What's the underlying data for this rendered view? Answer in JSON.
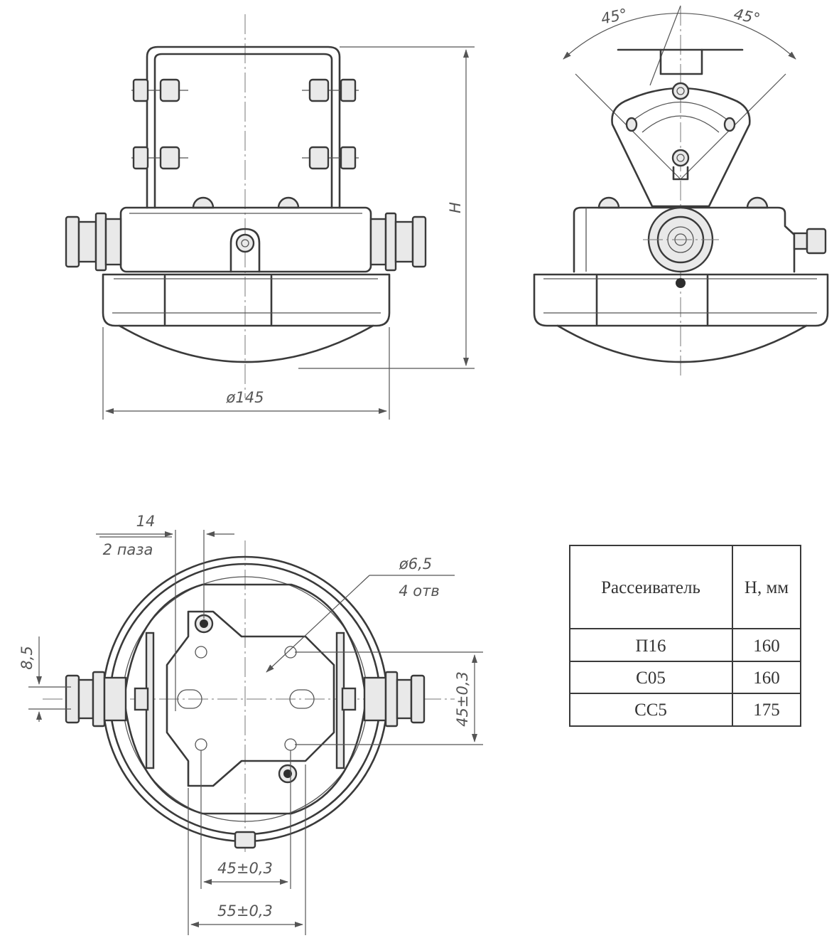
{
  "dimensions": {
    "height_label": "H",
    "diameter_label": "ø145",
    "angle_left": "45°",
    "angle_right": "45°",
    "slot_width": "14",
    "slot_count": "2 паза",
    "hole_diameter": "ø6,5",
    "hole_count": "4 отв",
    "offset_small": "8,5",
    "pitch_vertical": "45±0,3",
    "pitch_bottom_inner": "45±0,3",
    "pitch_bottom_outer": "55±0,3"
  },
  "table": {
    "headers": [
      "Рассеиватель",
      "H, мм"
    ],
    "rows": [
      [
        "П16",
        "160"
      ],
      [
        "С05",
        "160"
      ],
      [
        "СС5",
        "175"
      ]
    ]
  }
}
